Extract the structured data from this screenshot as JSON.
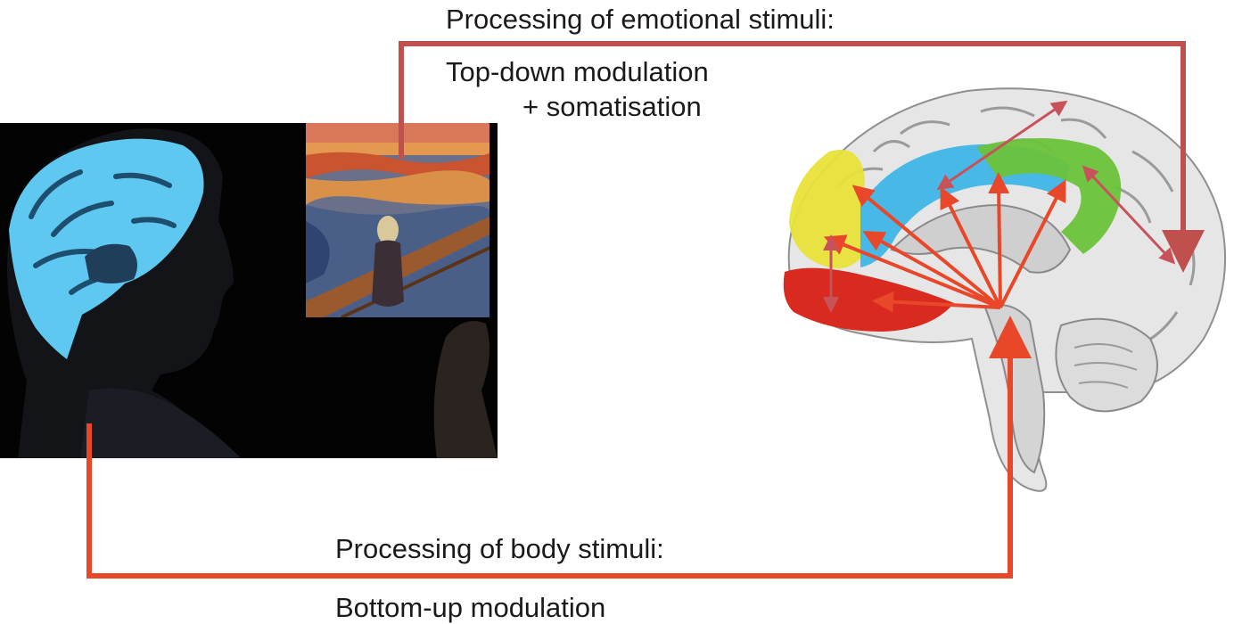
{
  "labels": {
    "emotional_title": "Processing of emotional stimuli:",
    "topdown": "Top-down modulation",
    "somatisation": "+ somatisation",
    "body_title": "Processing of body stimuli:",
    "bottomup": "Bottom-up modulation"
  },
  "colors": {
    "topdown_arrow": "#c0504d",
    "bottomup_arrow": "#e8472a",
    "internal_arrow": "#e8472a",
    "internal_topdown_arrow": "#c8525a",
    "brain_overlay": "#5ec8f0",
    "region_prefrontal": "#e8e23a",
    "region_cingulate": "#3fb6e6",
    "region_motor": "#6cc23a",
    "region_orbitofrontal": "#d82a1e",
    "panel_background": "#030303"
  },
  "icons": {
    "person": "person-profile-icon",
    "painting": "scream-painting-icon",
    "brain": "brain-sagittal-icon"
  }
}
